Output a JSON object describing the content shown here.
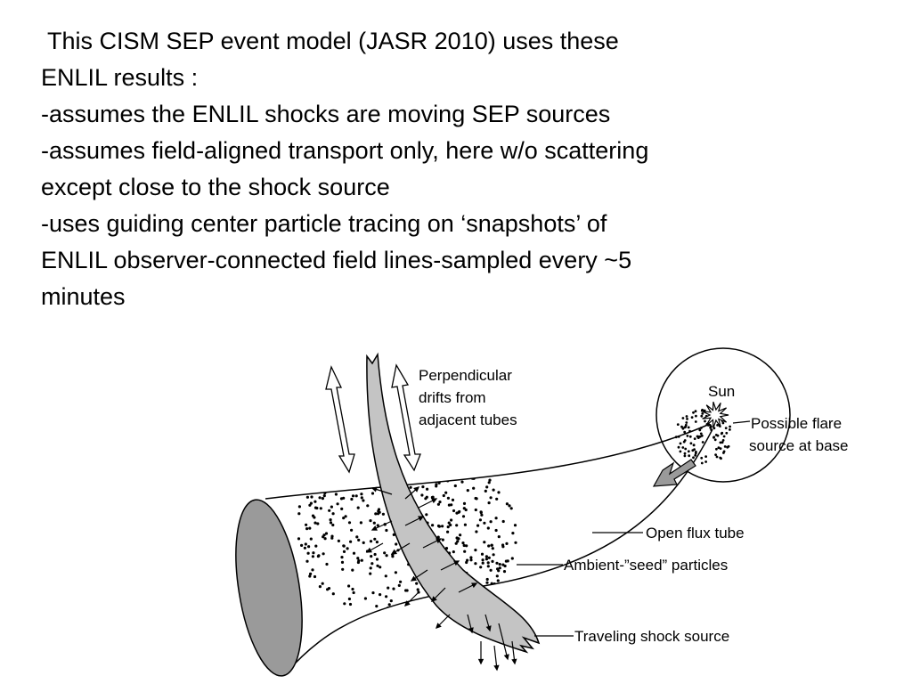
{
  "slide": {
    "lines": [
      " This CISM SEP event model (JASR 2010) uses these",
      "ENLIL results :",
      "",
      "-assumes the ENLIL shocks are moving SEP sources",
      "-assumes field-aligned transport only, here w/o scattering",
      "except close to the shock source",
      "-uses guiding center particle tracing on ‘snapshots’ of",
      "ENLIL observer-connected field lines-sampled every ~5",
      "minutes"
    ]
  },
  "diagram": {
    "labels": {
      "perp_1": "Perpendicular",
      "perp_2": "drifts from",
      "perp_3": "adjacent tubes",
      "sun": "Sun",
      "flare_1": "Possible flare",
      "flare_2": "source at base",
      "flux_tube": "Open flux tube",
      "seed": "Ambient-”seed” particles",
      "shock": "Traveling shock source"
    },
    "colors": {
      "shock_fill": "#c4c4c4",
      "tube_end_fill": "#9a9a9a",
      "line": "#000000"
    }
  }
}
